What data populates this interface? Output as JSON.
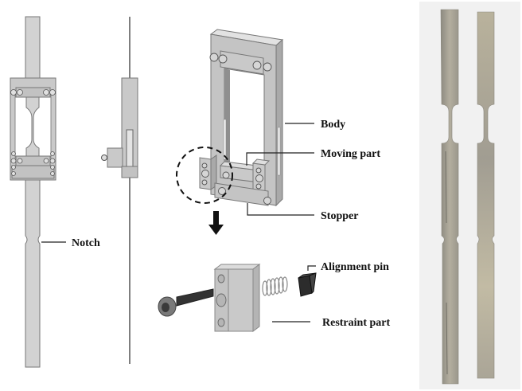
{
  "figure": {
    "type": "mechanical-diagram",
    "panels": [
      {
        "id": "front-view",
        "description": "Front view of jig with specimen"
      },
      {
        "id": "side-view",
        "description": "Side view of jig with specimen"
      },
      {
        "id": "isometric-view",
        "description": "3D exploded jig assembly"
      },
      {
        "id": "photo",
        "description": "Photograph of two specimens"
      }
    ]
  },
  "labels": {
    "notch": "Notch",
    "body": "Body",
    "moving_part": "Moving part",
    "stopper": "Stopper",
    "alignment_pin": "Alignment pin",
    "restraint_part": "Restraint part"
  },
  "colors": {
    "part_fill": "#c8c8c8",
    "part_dark": "#9a9a9a",
    "outline": "#6b6b6b",
    "metal": "#a8a49a",
    "photo_bg": "#f1f1f1"
  }
}
